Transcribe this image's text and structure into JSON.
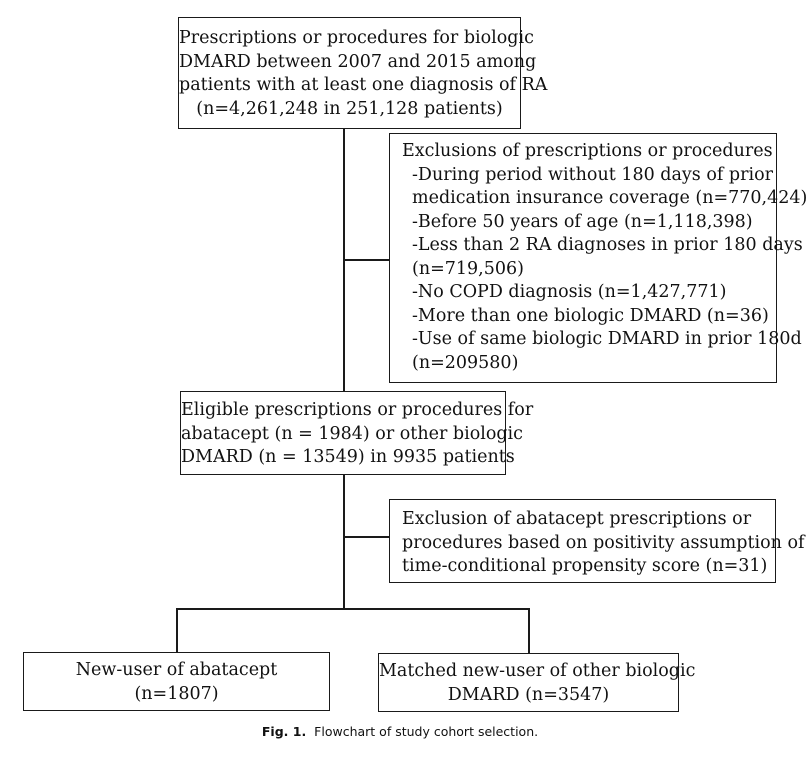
{
  "boxes": {
    "start": {
      "lines": [
        "Prescriptions or procedures for biologic",
        "DMARD between 2007 and 2015 among",
        "patients with at least one diagnosis of RA",
        "(n=4,261,248 in 251,128 patients)"
      ]
    },
    "exclusions1": {
      "heading": "Exclusions of prescriptions or procedures",
      "lines": [
        "-During period without 180 days of prior",
        "medication insurance coverage (n=770,424)",
        "-Before 50 years of age (n=1,118,398)",
        "-Less than 2 RA diagnoses in prior 180 days",
        "(n=719,506)",
        "-No COPD diagnosis (n=1,427,771)",
        "-More than one biologic DMARD (n=36)",
        "-Use of same biologic DMARD in prior 180d",
        "(n=209580)"
      ]
    },
    "eligible": {
      "lines": [
        "Eligible prescriptions or procedures for",
        "abatacept (n = 1984) or other biologic",
        "DMARD (n = 13549) in 9935 patients"
      ]
    },
    "exclusion2": {
      "lines": [
        "Exclusion of abatacept prescriptions or",
        "procedures based on positivity assumption of",
        "time-conditional propensity score (n=31)"
      ]
    },
    "abatacept": {
      "lines": [
        "New-user of abatacept",
        "(n=1807)"
      ]
    },
    "other": {
      "lines": [
        "Matched new-user of other biologic",
        "DMARD (n=3547)"
      ]
    }
  },
  "caption": {
    "label": "Fig. 1.",
    "text": "Flowchart of study cohort selection."
  }
}
